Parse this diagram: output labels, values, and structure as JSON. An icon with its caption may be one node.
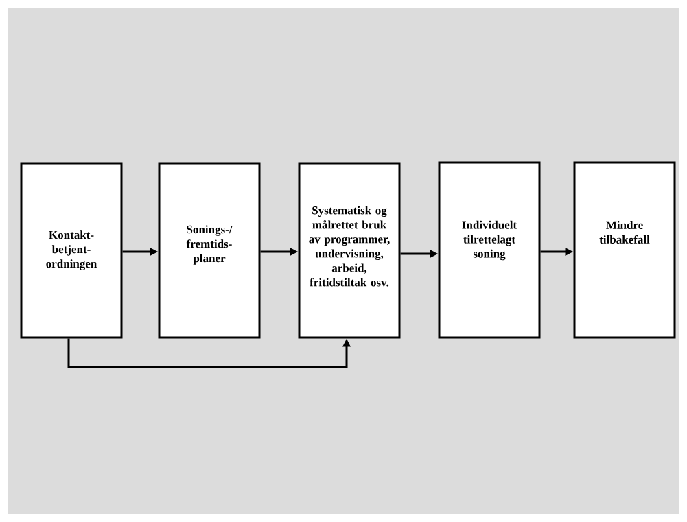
{
  "diagram": {
    "nodes": [
      {
        "text": [
          "Kontakt- betjent- ordningen"
        ]
      },
      {
        "text": [
          "Sonings-/ fremtids- planer"
        ]
      },
      {
        "text": [
          "Systematisk og målrettet bruk av programmer, undervisning, arbeid, fritidstiltak osv."
        ]
      },
      {
        "text": [
          "Individuelt tilrettelagt soning"
        ]
      },
      {
        "text": [
          "Mindre tilbakefall"
        ]
      }
    ],
    "edges": [
      {
        "from": 0,
        "to": 1,
        "arrow": "to"
      },
      {
        "from": 1,
        "to": 2,
        "arrow": "to"
      },
      {
        "from": 2,
        "to": 3,
        "arrow": "to"
      },
      {
        "from": 3,
        "to": 4,
        "arrow": "to"
      },
      {
        "from": 0,
        "to": 2,
        "arrow": "to"
      }
    ]
  }
}
